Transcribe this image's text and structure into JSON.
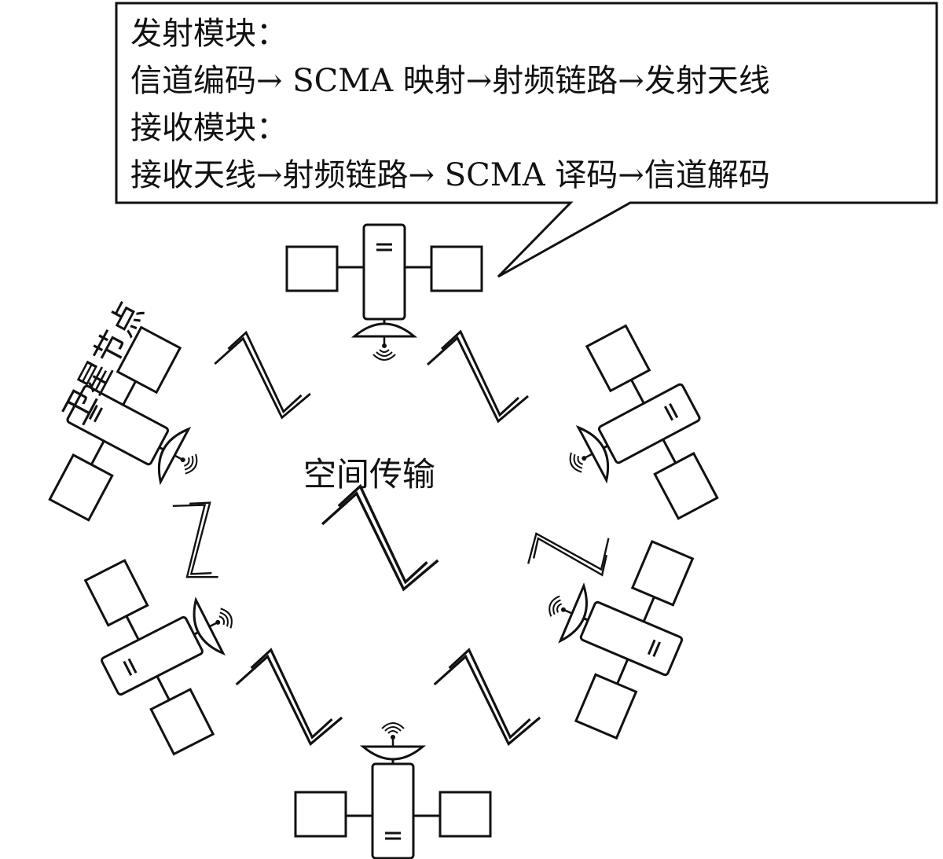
{
  "callout": {
    "tx_title": "发射模块：",
    "tx_chain": "信道编码→ SCMA 映射→射频链路→发射天线",
    "rx_title": "接收模块：",
    "rx_chain": "接收天线→射频链路→ SCMA 译码→信道解码"
  },
  "labels": {
    "center": "空间传输",
    "node": "卫星节点"
  },
  "satellites": [
    {
      "name": "satellite-top"
    },
    {
      "name": "satellite-upper-left"
    },
    {
      "name": "satellite-upper-right"
    },
    {
      "name": "satellite-lower-left"
    },
    {
      "name": "satellite-lower-right"
    },
    {
      "name": "satellite-bottom"
    }
  ],
  "links": [
    {
      "name": "link-top-left"
    },
    {
      "name": "link-top-right"
    },
    {
      "name": "link-left"
    },
    {
      "name": "link-center"
    },
    {
      "name": "link-right"
    },
    {
      "name": "link-bottom-left"
    },
    {
      "name": "link-bottom-right"
    }
  ]
}
